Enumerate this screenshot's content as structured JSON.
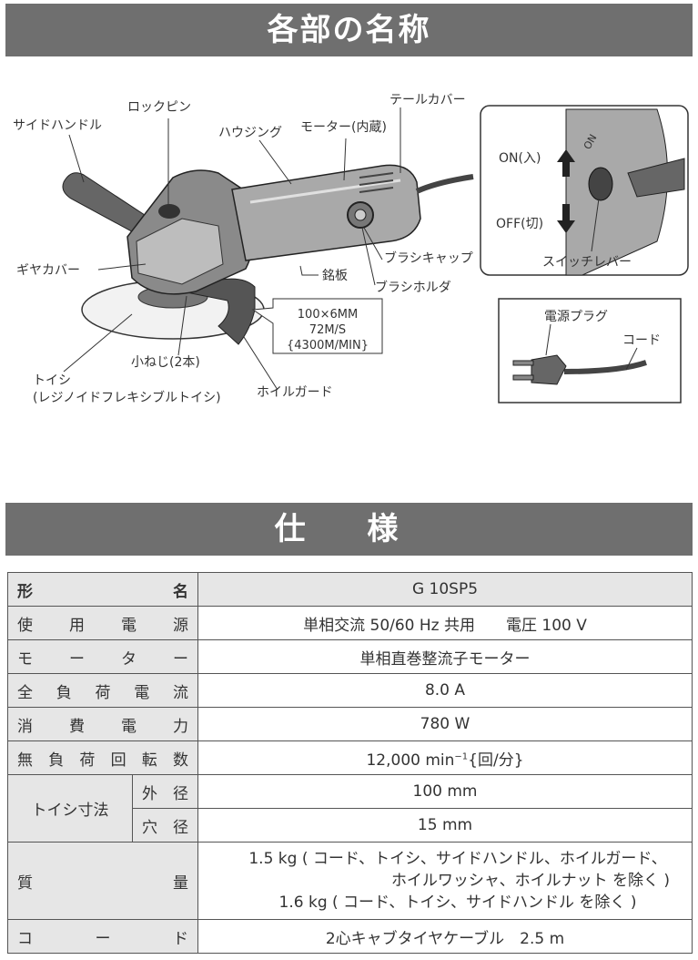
{
  "section_parts": {
    "title": "各部の名称",
    "labels": {
      "side_handle": "サイドハンドル",
      "lock_pin": "ロックピン",
      "housing": "ハウジング",
      "motor": "モーター(内蔵)",
      "tail_cover": "テールカバー",
      "gear_cover": "ギヤカバー",
      "nameplate": "銘板",
      "brush_cap": "ブラシキャップ",
      "brush_holder": "ブラシホルダ",
      "small_screw": "小ねじ(2本)",
      "wheel_line1": "トイシ",
      "wheel_line2": "(レジノイドフレキシブルトイシ)",
      "wheel_guard": "ホイルガード",
      "switch_on": "ON(入)",
      "switch_off": "OFF(切)",
      "switch_lever": "スイッチレバー",
      "power_plug": "電源プラグ",
      "cord": "コード",
      "on_mark": "ON"
    },
    "wheel_spec": {
      "line1": "100×6MM",
      "line2": "72M/S",
      "line3": "{4300M/MIN}"
    }
  },
  "section_spec": {
    "title": "仕 様",
    "rows": {
      "model": {
        "label": [
          "形",
          "名"
        ],
        "value": "G 10SP5"
      },
      "power": {
        "label": [
          "使",
          "用",
          "電",
          "源"
        ],
        "value": "単相交流 50/60 Hz 共用　　電圧 100 V"
      },
      "motor": {
        "label": [
          "モ",
          "ー",
          "タ",
          "ー"
        ],
        "value": "単相直巻整流子モーター"
      },
      "current": {
        "label": [
          "全",
          "負",
          "荷",
          "電",
          "流"
        ],
        "value": "8.0 A"
      },
      "consumption": {
        "label": [
          "消",
          "費",
          "電",
          "力"
        ],
        "value": "780 W"
      },
      "speed": {
        "label": [
          "無",
          "負",
          "荷",
          "回",
          "転",
          "数"
        ],
        "value_pre": "12,000 min",
        "value_sup": "−1",
        "value_post": "{回/分}"
      },
      "wheel_size": {
        "label": "トイシ寸法",
        "outer": {
          "label": [
            "外",
            "径"
          ],
          "value": "100 mm"
        },
        "hole": {
          "label": [
            "穴",
            "径"
          ],
          "value": "15 mm"
        }
      },
      "mass": {
        "label": [
          "質",
          "量"
        ],
        "line1": "1.5 kg ( コード、トイシ、サイドハンドル、ホイルガード、",
        "line2": "ホイルワッシャ、ホイルナット を除く )",
        "line3": "1.6 kg ( コード、トイシ、サイドハンドル を除く )"
      },
      "cord": {
        "label": [
          "コ",
          "ー",
          "ド"
        ],
        "value": "2心キャブタイヤケーブル　2.5 m"
      }
    }
  }
}
